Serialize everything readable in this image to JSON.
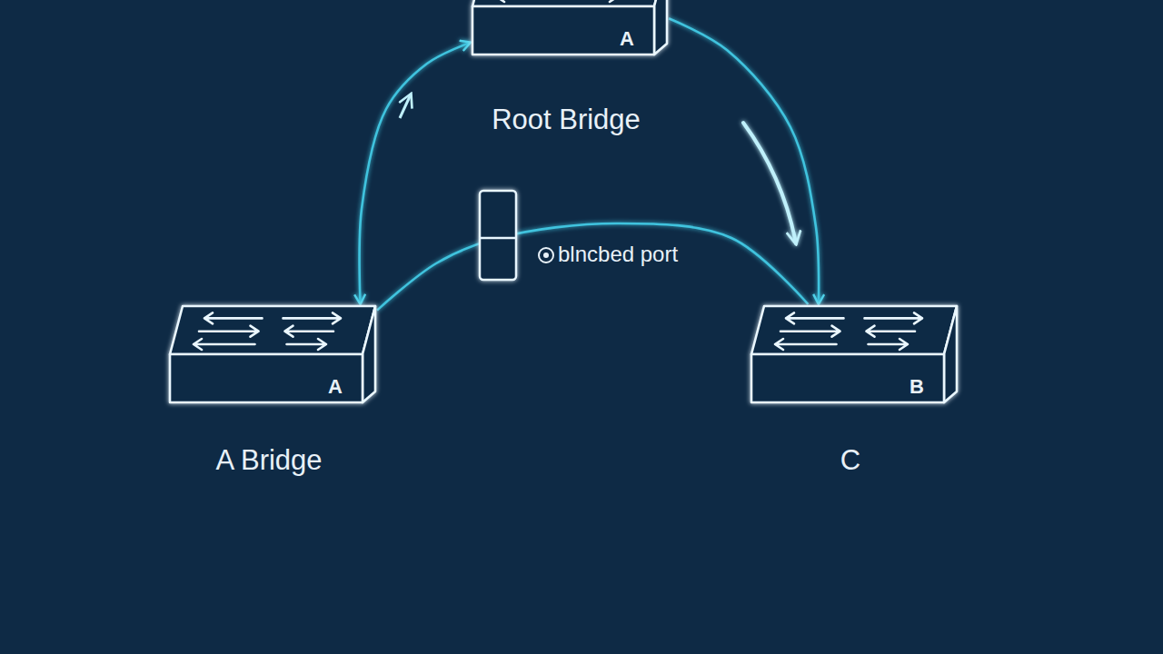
{
  "diagram": {
    "nodes": [
      {
        "text": [
          "A",
          "Root Bridge"
        ]
      },
      {
        "text": [
          "A",
          "A Bridge"
        ]
      },
      {
        "text": [
          "B",
          "C"
        ]
      }
    ],
    "edges": [
      {
        "from": 1,
        "to": 0,
        "arrow": "both"
      },
      {
        "from": 0,
        "to": 2,
        "arrow": "to"
      },
      {
        "from": 1,
        "to": 2,
        "arrow": "none"
      }
    ],
    "labels": [
      "blncbed port"
    ]
  }
}
